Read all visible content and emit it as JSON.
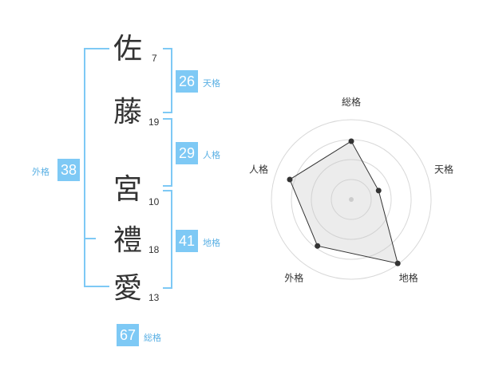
{
  "name": {
    "chars": [
      {
        "char": "佐",
        "strokes": "7"
      },
      {
        "char": "藤",
        "strokes": "19"
      },
      {
        "char": "宮",
        "strokes": "10"
      },
      {
        "char": "禮",
        "strokes": "18"
      },
      {
        "char": "愛",
        "strokes": "13"
      }
    ]
  },
  "kakusu": {
    "tenkaku": {
      "value": "26",
      "label": "天格"
    },
    "jinkaku": {
      "value": "29",
      "label": "人格"
    },
    "chikaku": {
      "value": "41",
      "label": "地格"
    },
    "gaikaku": {
      "value": "38",
      "label": "外格"
    },
    "soukaku": {
      "value": "67",
      "label": "総格"
    }
  },
  "colors": {
    "accent": "#7ec9f5",
    "accent_text": "#5ab0e4"
  },
  "chart_data": {
    "type": "radar",
    "axes": [
      "総格",
      "天格",
      "地格",
      "外格",
      "人格"
    ],
    "values": [
      0.73,
      0.36,
      0.99,
      0.72,
      0.81
    ],
    "rings": 4,
    "max": 1
  }
}
